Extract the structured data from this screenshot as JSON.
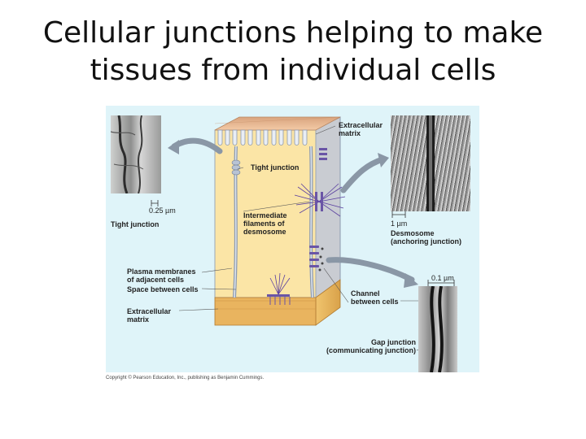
{
  "title": {
    "line1": "Cellular junctions helping to make",
    "line2": "tissues from individual cells"
  },
  "figure": {
    "labels": {
      "extracellular_matrix_top_1": "Extracellular",
      "extracellular_matrix_top_2": "matrix",
      "tight_junction_inner": "Tight junction",
      "scale_tight": "0.25 µm",
      "tight_junction_caption": "Tight junction",
      "intermediate_1": "Intermediate",
      "intermediate_2": "filaments of",
      "intermediate_3": "desmosome",
      "scale_desmo": "1 µm",
      "desmosome_1": "Desmosome",
      "desmosome_2": "(anchoring junction)",
      "plasma_1": "Plasma membranes",
      "plasma_2": "of adjacent cells",
      "space_between": "Space between cells",
      "extracellular_bottom_1": "Extracellular",
      "extracellular_bottom_2": "matrix",
      "channel_1": "Channel",
      "channel_2": "between cells",
      "scale_gap": "0.1 µm",
      "gap_1": "Gap junction",
      "gap_2": "(communicating junction)"
    },
    "copyright": "Copyright © Pearson Education, Inc., publishing as Benjamin Cummings."
  },
  "colors": {
    "background": "#dff4f9",
    "cell": "#fbe5a6",
    "adjacent_cell": "#c9ccd2",
    "membrane": "#8c9ab0",
    "junction_protein": "#6a55a6",
    "arrow": "#8a97a6"
  }
}
